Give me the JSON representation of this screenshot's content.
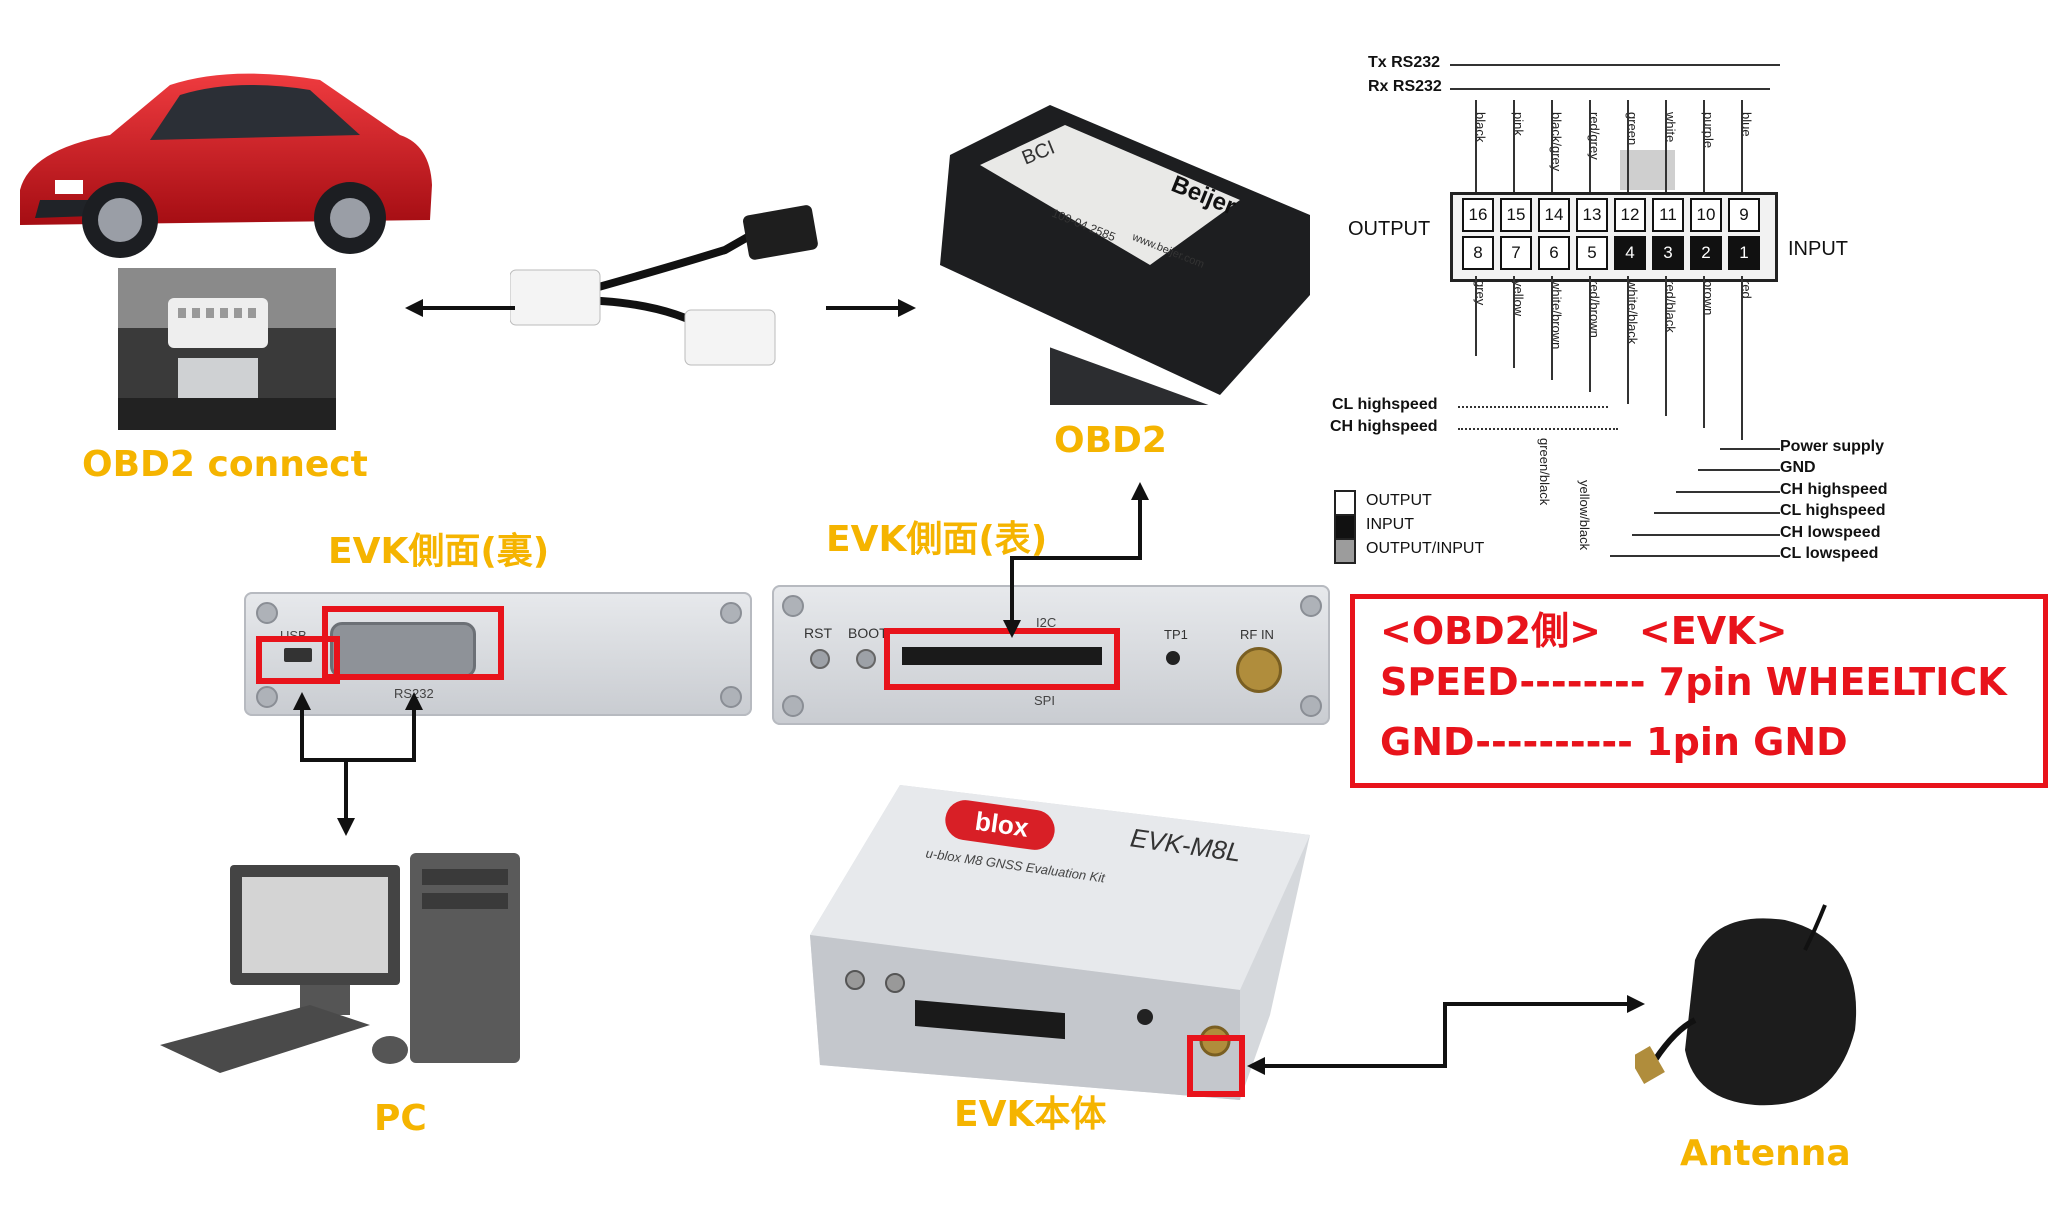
{
  "labels": {
    "obd2_connect": "OBD2 connect",
    "obd2": "OBD2",
    "evk_side_back": "EVK側面(裏)",
    "evk_side_front": "EVK側面(表)",
    "pc": "PC",
    "evk_body": "EVK本体",
    "antenna": "Antenna"
  },
  "mapping": {
    "header": "<OBD2側>　<EVK>",
    "rows": [
      "SPEED-------- 7pin WHEELTICK",
      "GND---------- 1pin GND"
    ]
  },
  "pinout": {
    "top_pins": [
      "16",
      "15",
      "14",
      "13",
      "12",
      "11",
      "10",
      "9"
    ],
    "bottom_pins": [
      "8",
      "7",
      "6",
      "5",
      "4",
      "3",
      "2",
      "1"
    ],
    "top_wires": [
      "black",
      "pink",
      "black/grey",
      "red/grey",
      "green",
      "white",
      "purple",
      "blue"
    ],
    "bottom_wires": [
      "grey",
      "yellow",
      "white/brown",
      "red/brown",
      "white/black",
      "red/black",
      "brown",
      "red"
    ],
    "extra_wires": [
      "green/black",
      "yellow/black"
    ],
    "output": "OUTPUT",
    "input": "INPUT",
    "tx": "Tx RS232",
    "rx": "Rx RS232",
    "cl_high_left": "CL highspeed",
    "ch_high_left": "CH highspeed",
    "right_labels": [
      "Power supply",
      "GND",
      "CH highspeed",
      "CL highspeed",
      "CH lowspeed",
      "CL lowspeed"
    ],
    "legend": [
      "OUTPUT",
      "INPUT",
      "OUTPUT/INPUT"
    ]
  },
  "device": {
    "bci": "BCI",
    "beijer": "Beijer",
    "barcode_text": "109-04 2585",
    "web": "www.beijer.com",
    "ublox": "blox",
    "model": "EVK-M8L",
    "subtitle": "u-blox M8 GNSS Evaluation Kit",
    "rst": "RST",
    "boot": "BOOT",
    "tp1": "TP1",
    "rfin": "RF IN",
    "usb": "USB",
    "rs232": "RS232",
    "i2c": "I2C",
    "spi": "SPI"
  },
  "colors": {
    "label": "#f5b400",
    "red": "#e8131b",
    "car": "#d0141c"
  }
}
